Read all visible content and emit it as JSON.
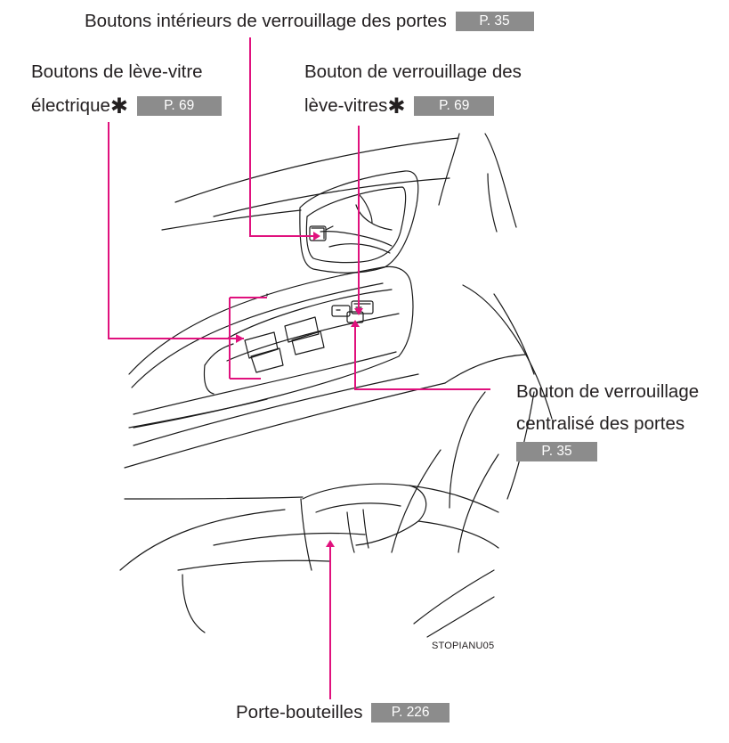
{
  "callouts": {
    "interior_lock": {
      "text": "Boutons intérieurs de verrouillage des portes",
      "page": "P. 35"
    },
    "power_window": {
      "line1": "Boutons de lève-vitre",
      "line2": "électrique",
      "asterisk": "✱",
      "page": "P. 69"
    },
    "window_lock": {
      "line1": "Bouton de verrouillage des",
      "line2": "lève-vitres",
      "asterisk": "✱",
      "page": "P. 69"
    },
    "central_lock": {
      "line1": "Bouton de verrouillage",
      "line2": "centralisé des portes",
      "page": "P. 35"
    },
    "bottle_holder": {
      "text": "Porte-bouteilles",
      "page": "P. 226"
    }
  },
  "figure_code": "STOPIANU05",
  "colors": {
    "leader_line": "#e0117d",
    "page_badge": "#8c8c8c",
    "drawing": "#1a1a1a"
  }
}
